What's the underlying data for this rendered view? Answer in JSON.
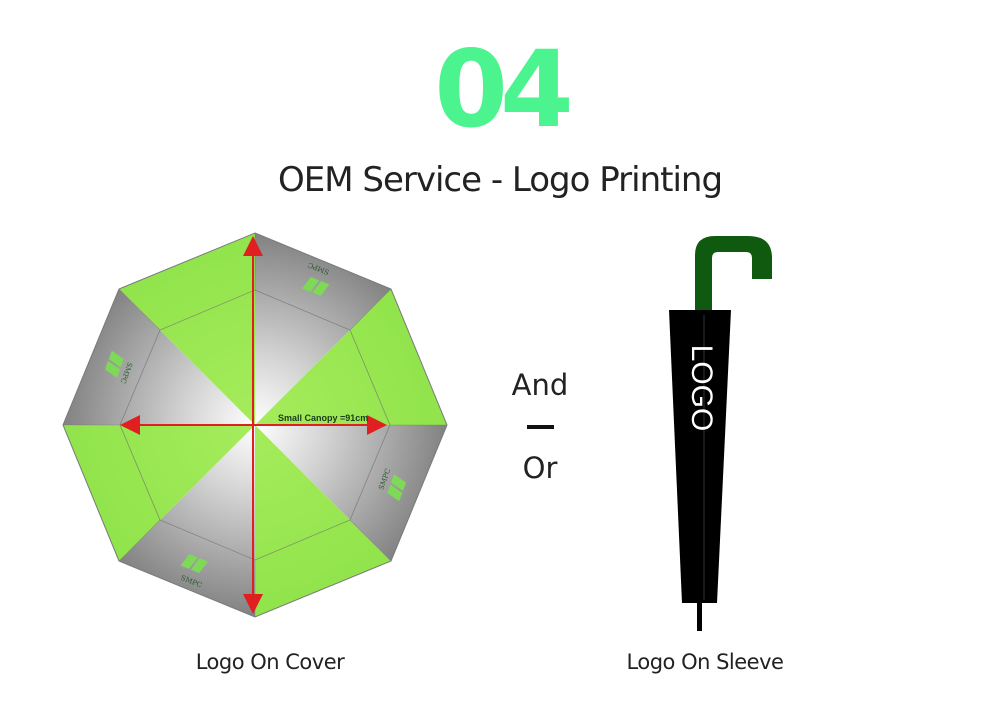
{
  "header": {
    "step_number": "04",
    "title": "OEM Service - Logo Printing"
  },
  "umbrella_top": {
    "measure_label": "Small Canopy =91cm",
    "panel_logo_text": "SMPC",
    "colors": {
      "green": "#8fe34a",
      "gray": "#8a8a8a",
      "arrow": "#e02020"
    }
  },
  "separator": {
    "and_label": "And",
    "or_label": "Or"
  },
  "umbrella_sleeve": {
    "logo_text": "LOGO",
    "colors": {
      "handle": "#0f5a0f",
      "sleeve": "#000000"
    }
  },
  "captions": {
    "cover": "Logo On Cover",
    "sleeve": "Logo On Sleeve"
  }
}
